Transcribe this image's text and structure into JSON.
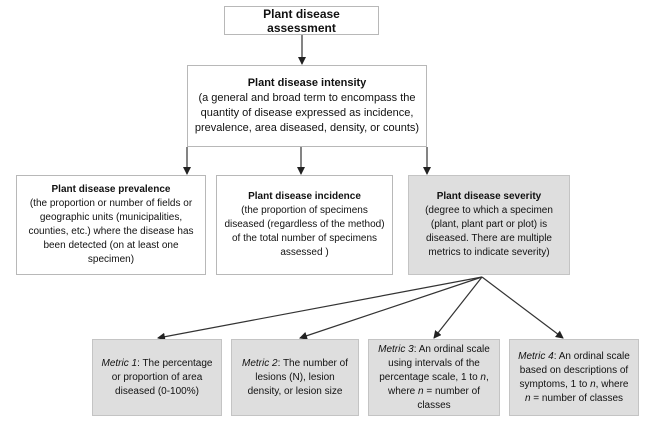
{
  "assessment": {
    "title": "Plant disease assessment"
  },
  "intensity": {
    "title": "Plant disease intensity",
    "description": "(a general and broad term to encompass the quantity of disease expressed as incidence, prevalence, area diseased, density, or counts)"
  },
  "prevalence": {
    "title": "Plant disease prevalence",
    "description": "(the proportion or number of fields or geographic units (municipalities, counties, etc.) where the disease has been detected (on at least one specimen)"
  },
  "incidence": {
    "title": "Plant disease incidence",
    "description": "(the proportion of specimens diseased (regardless of the method) of the total number of specimens assessed )"
  },
  "severity": {
    "title": "Plant disease severity",
    "description": "(degree to which a specimen (plant, plant part or plot) is diseased. There are multiple metrics to indicate severity)"
  },
  "metrics": [
    {
      "label": "Metric 1",
      "text_a": ": The percentage or proportion of area diseased (0-100%)"
    },
    {
      "label": "Metric 2",
      "text_a": ": The number of lesions (N), lesion density, or lesion size"
    },
    {
      "label": "Metric 3",
      "text_a": ": An ordinal scale using intervals of the percentage scale, 1 to ",
      "n1": "n",
      "text_b": ", where ",
      "n2": "n",
      "text_c": " = number of classes"
    },
    {
      "label": "Metric 4",
      "text_a": ": An ordinal scale based on descriptions of symptoms, 1 to ",
      "n1": "n",
      "text_b": ", where ",
      "n2": "n",
      "text_c": " = number of classes"
    }
  ]
}
